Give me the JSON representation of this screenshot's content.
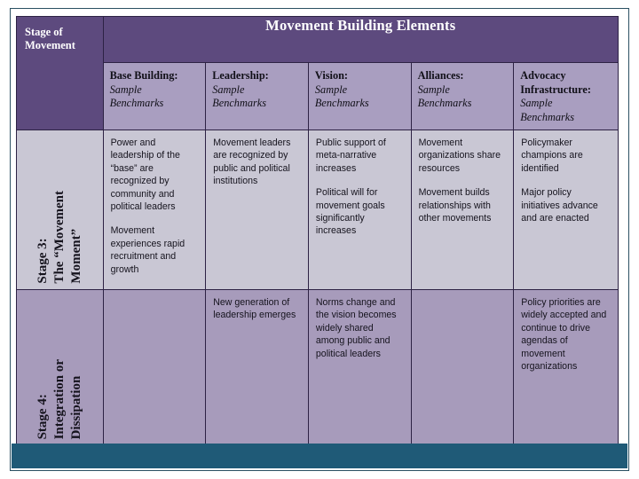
{
  "slide": {
    "banner_title": "Movement Building Elements",
    "stage_header": "Stage of\nMovement",
    "accent_header": "#5d4a7e",
    "accent_subheader": "#a99ec0",
    "accent_row_a": "#c9c7d4",
    "accent_row_b": "#a79bbb",
    "accent_footer_band": "#1f5a77",
    "accent_frame": "#2b5062"
  },
  "columns": [
    {
      "title": "Base Building:",
      "subtitle": "Sample\nBenchmarks"
    },
    {
      "title": "Leadership:",
      "subtitle": "Sample\nBenchmarks"
    },
    {
      "title": "Vision:",
      "subtitle": "Sample\nBenchmarks"
    },
    {
      "title": "Alliances:",
      "subtitle": "Sample\nBenchmarks"
    },
    {
      "title": "Advocacy\nInfrastructure:",
      "subtitle": "Sample\nBenchmarks"
    }
  ],
  "rows": [
    {
      "stage_label": "Stage 3:\nThe “Movement\nMoment”",
      "cells": [
        {
          "p1": "Power and leadership of the “base” are recognized by community and political leaders",
          "p2": "Movement experiences rapid recruitment and growth"
        },
        {
          "p1": "Movement leaders are recognized by public and political institutions",
          "p2": ""
        },
        {
          "p1": "Public support of meta-narrative increases",
          "p2": "Political will for movement goals significantly increases"
        },
        {
          "p1": "Movement organizations share resources",
          "p2": "Movement builds relationships with other movements"
        },
        {
          "p1": "Policymaker champions are identified",
          "p2": "Major policy initiatives advance and are enacted"
        }
      ]
    },
    {
      "stage_label": "Stage 4:\nIntegration or\nDissipation",
      "cells": [
        {
          "p1": "",
          "p2": ""
        },
        {
          "p1": "New generation of leadership emerges",
          "p2": ""
        },
        {
          "p1": "Norms change and the vision becomes widely shared among public and political leaders",
          "p2": ""
        },
        {
          "p1": "",
          "p2": ""
        },
        {
          "p1": "Policy priorities are widely accepted and continue to drive agendas of movement organizations",
          "p2": ""
        }
      ]
    }
  ]
}
